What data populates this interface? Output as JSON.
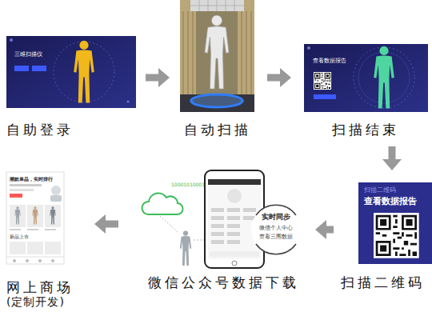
{
  "diagram": {
    "nodes": [
      {
        "text": [
          "自助登录"
        ]
      },
      {
        "text": [
          "自动扫描"
        ]
      },
      {
        "text": [
          "扫描结束"
        ]
      },
      {
        "text": [
          "扫描二维码"
        ]
      },
      {
        "text": [
          "微信公众号数据下载"
        ]
      },
      {
        "text": [
          "网上商场",
          "(定制开发)"
        ]
      }
    ],
    "edges": [
      {
        "from": 0,
        "to": 1,
        "arrow": "to"
      },
      {
        "from": 1,
        "to": 2,
        "arrow": "to"
      },
      {
        "from": 2,
        "to": 3,
        "arrow": "to"
      },
      {
        "from": 3,
        "to": 4,
        "arrow": "to"
      },
      {
        "from": 4,
        "to": 5,
        "arrow": "to"
      }
    ],
    "labels": [
      "三维扫描仪",
      "查看数据报告",
      "扫描二维码",
      "查看数据报告",
      "10001010001",
      "实时同步",
      "微信个人中心",
      "查看三围数据",
      "潮款单品，实时排行",
      "新品上市"
    ]
  }
}
